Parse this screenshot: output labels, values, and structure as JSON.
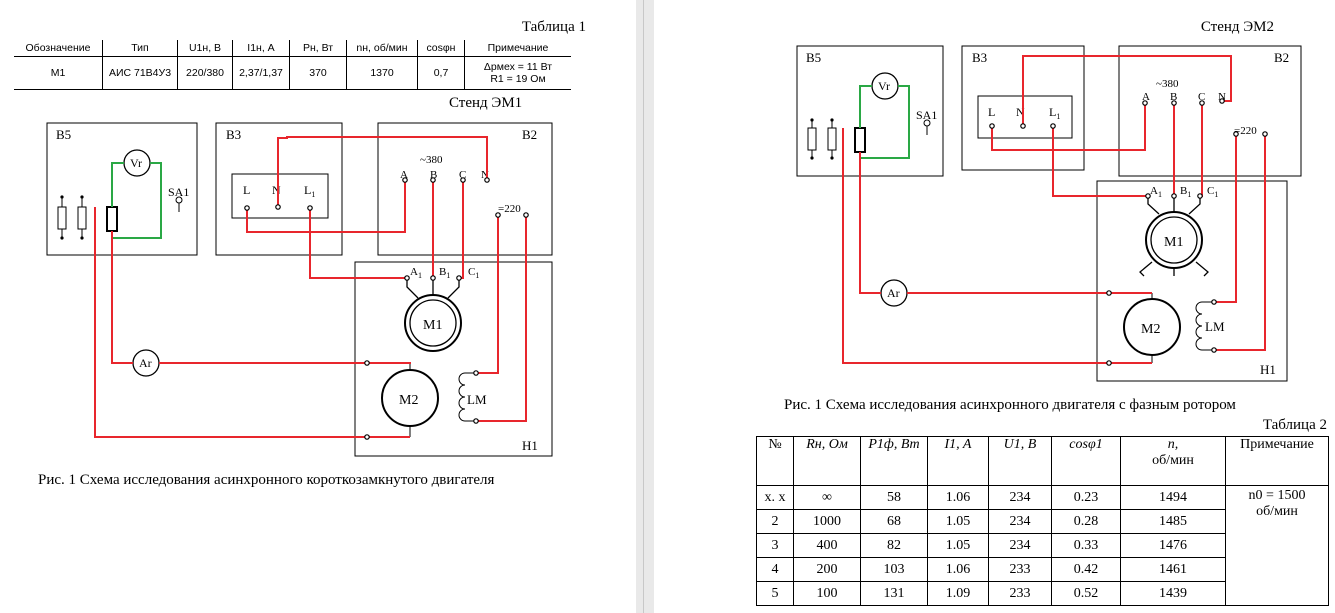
{
  "left": {
    "table_caption": "Таблица 1",
    "table1": {
      "headers": [
        "Обозначение",
        "Тип",
        "U1н, В",
        "I1н, А",
        "Рн, Вт",
        "nн, об/мин",
        "cosφн",
        "Примечание"
      ],
      "row": [
        "М1",
        "АИС 71В4У3",
        "220/380",
        "2,37/1,37",
        "370",
        "1370",
        "0,7"
      ],
      "note_lines": [
        "Δрмех = 11 Вт",
        "R1 = 19 Ом"
      ]
    },
    "stand_title": "Стенд ЭМ1",
    "diagram": {
      "b5": "В5",
      "b3": "В3",
      "b2": "В2",
      "h1": "Н1",
      "vr": "Vr",
      "ar": "Ar",
      "sa1": "SA1",
      "l": "L",
      "n": "N",
      "l1": "L",
      "v380": "~380",
      "v220": "=220",
      "a": "A",
      "b": "B",
      "c": "C",
      "nb": "N",
      "a1": "A",
      "b1": "B",
      "c1": "C",
      "sub1": "1",
      "m1": "М1",
      "m2": "М2",
      "lm": "LM"
    },
    "figure_caption": "Рис. 1 Схема исследования асинхронного короткозамкнутого двигателя"
  },
  "right": {
    "stand_title": "Стенд ЭМ2",
    "diagram": {
      "b5": "В5",
      "b3": "В3",
      "b2": "В2",
      "h1": "Н1",
      "vr": "Vr",
      "ar": "Ar",
      "sa1": "SA1",
      "l": "L",
      "n": "N",
      "l1": "L",
      "v380": "~380",
      "v220": "=220",
      "a": "A",
      "b": "B",
      "c": "C",
      "nb": "N",
      "a1": "A",
      "b1": "B",
      "c1": "C",
      "sub1": "1",
      "m1": "М1",
      "m2": "М2",
      "lm": "LM"
    },
    "figure_caption": "Рис. 1 Схема исследования асинхронного двигателя с фазным ротором",
    "table_caption": "Таблица 2",
    "table2": {
      "headers": [
        "№",
        "Rн, Ом",
        "P1ф, Вт",
        "I1, A",
        "U1, B",
        "cosφ1",
        "n,",
        "Примечание"
      ],
      "header_n_line2": "об/мин",
      "rows": [
        [
          "х. х",
          "∞",
          "58",
          "1.06",
          "234",
          "0.23",
          "1494"
        ],
        [
          "2",
          "1000",
          "68",
          "1.05",
          "234",
          "0.28",
          "1485"
        ],
        [
          "3",
          "400",
          "82",
          "1.05",
          "234",
          "0.33",
          "1476"
        ],
        [
          "4",
          "200",
          "103",
          "1.06",
          "233",
          "0.42",
          "1461"
        ],
        [
          "5",
          "100",
          "131",
          "1.09",
          "233",
          "0.52",
          "1439"
        ]
      ],
      "note_line1": "n0 = 1500",
      "note_line2": "об/мин"
    }
  },
  "colors": {
    "wire_red": "#e8262d",
    "wire_green": "#2aa845"
  }
}
